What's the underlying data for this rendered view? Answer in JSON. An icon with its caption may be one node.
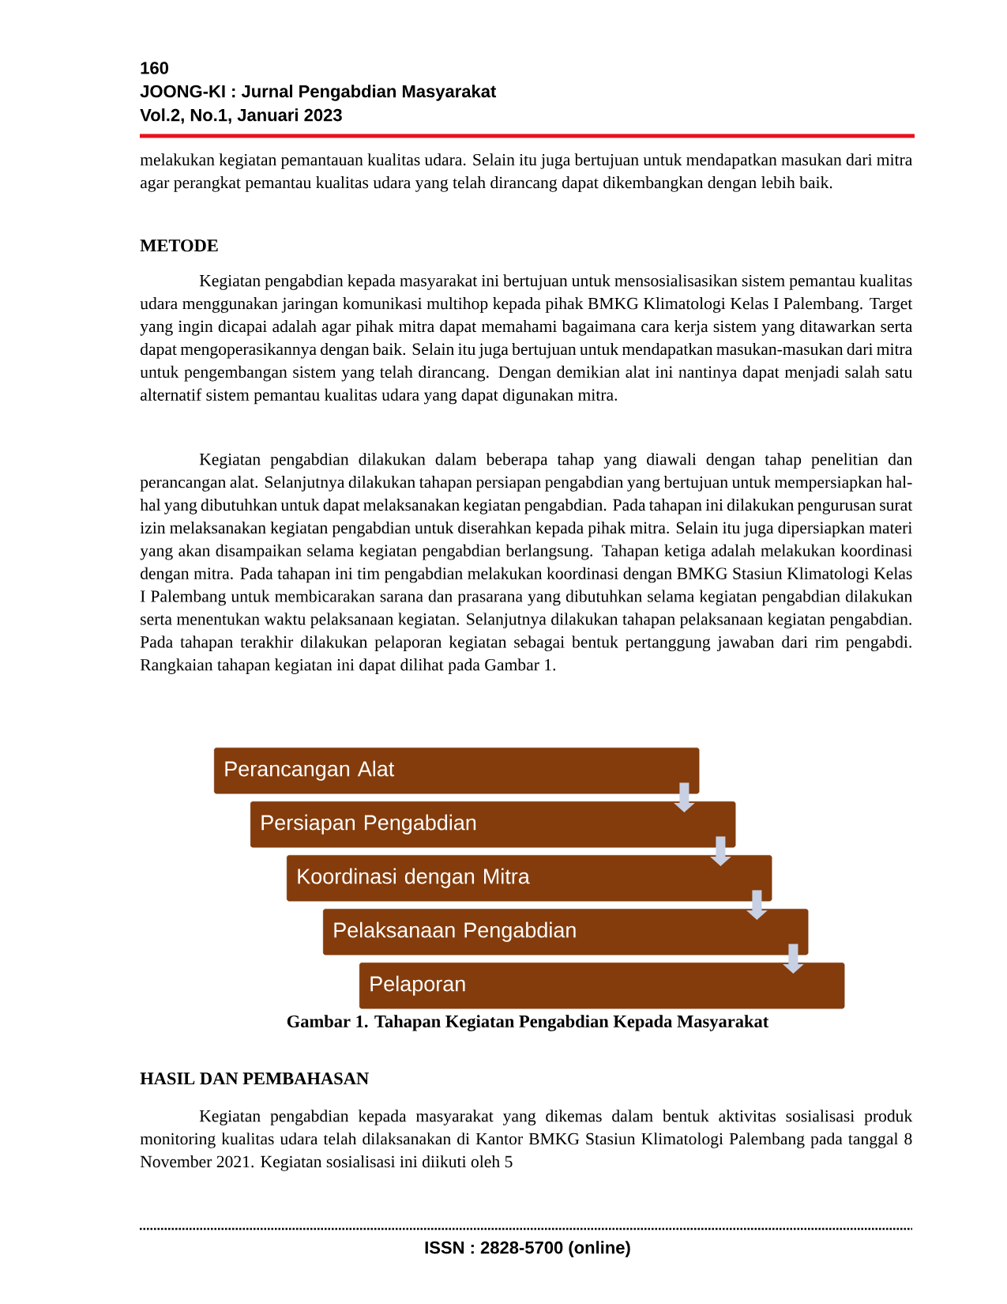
{
  "diagram": {
    "caption": "Gambar 1. Tahapan Kegiatan Pengabdian Kepada Masyarakat",
    "nodes": [
      {
        "text": [
          "Perancangan Alat"
        ]
      },
      {
        "text": [
          "Persiapan Pengabdian"
        ]
      },
      {
        "text": [
          "Koordinasi dengan Mitra"
        ]
      },
      {
        "text": [
          "Pelaksanaan Pengabdian"
        ]
      },
      {
        "text": [
          "Pelaporan"
        ]
      }
    ],
    "edges": [
      {
        "from": 0,
        "to": 1,
        "arrow": "to"
      },
      {
        "from": 1,
        "to": 2,
        "arrow": "to"
      },
      {
        "from": 2,
        "to": 3,
        "arrow": "to"
      },
      {
        "from": 3,
        "to": 4,
        "arrow": "to"
      }
    ],
    "labels": [
      "160",
      "JOONG-KI : Jurnal Pengabdian Masyarakat",
      "Vol.2, No.1, Januari 2023",
      "melakukan kegiatan pemantauan kualitas udara. Selain itu juga bertujuan untuk mendapatkan masukan dari mitra agar perangkat pemantau kualitas udara yang telah dirancang dapat dikembangkan dengan lebih baik.",
      "METODE",
      "Kegiatan pengabdian kepada masyarakat ini bertujuan untuk mensosialisasikan sistem pemantau kualitas udara menggunakan jaringan komunikasi multihop kepada pihak BMKG Klimatologi Kelas I Palembang. Target yang ingin dicapai adalah agar pihak mitra dapat memahami bagaimana cara kerja sistem yang ditawarkan serta dapat mengoperasikannya dengan baik. Selain itu juga bertujuan untuk mendapatkan masukan-masukan dari mitra untuk pengembangan sistem yang telah dirancang. Dengan demikian alat ini nantinya dapat menjadi salah satu alternatif sistem pemantau kualitas udara yang dapat digunakan mitra.",
      "Kegiatan pengabdian dilakukan dalam beberapa tahap yang diawali dengan tahap penelitian dan perancangan alat. Selanjutnya dilakukan tahapan persiapan pengabdian yang bertujuan untuk mempersiapkan hal-hal yang dibutuhkan untuk dapat melaksanakan kegiatan pengabdian. Pada tahapan ini dilakukan pengurusan surat izin melaksanakan kegiatan pengabdian untuk diserahkan kepada pihak mitra. Selain itu juga dipersiapkan materi yang akan disampaikan selama kegiatan pengabdian berlangsung. Tahapan ketiga adalah melakukan koordinasi dengan mitra. Pada tahapan ini tim pengabdian melakukan koordinasi dengan BMKG Stasiun Klimatologi Kelas I Palembang untuk membicarakan sarana dan prasarana yang dibutuhkan selama kegiatan pengabdian dilakukan serta menentukan waktu pelaksanaan kegiatan. Selanjutnya dilakukan tahapan pelaksanaan kegiatan pengabdian. Pada tahapan terakhir dilakukan pelaporan kegiatan sebagai bentuk pertanggung jawaban dari rim pengabdi. Rangkaian tahapan kegiatan ini dapat dilihat pada Gambar 1.",
      "HASIL DAN PEMBAHASAN",
      "Kegiatan pengabdian kepada masyarakat yang dikemas dalam bentuk aktivitas sosialisasi produk monitoring kualitas udara telah dilaksanakan di Kantor BMKG Stasiun Klimatologi Palembang pada tanggal 8 November 2021. Kegiatan sosialisasi ini diikuti oleh 5",
      "ISSN : 2828-5700 (online)"
    ]
  }
}
